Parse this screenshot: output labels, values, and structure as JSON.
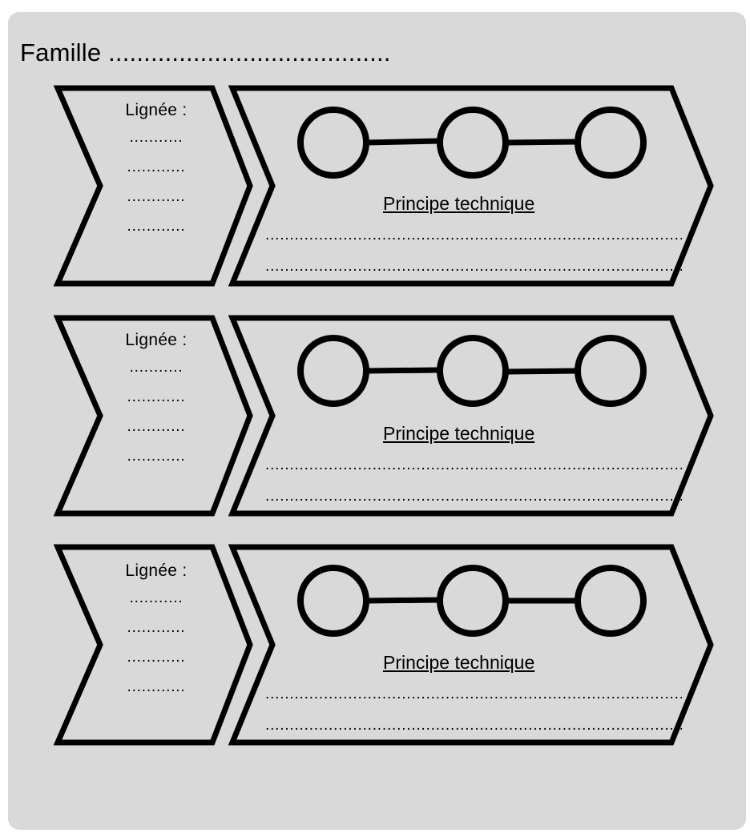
{
  "family": {
    "label": "Famille ........................................"
  },
  "rows": [
    {
      "lignee_label": "Lignée :",
      "lignee_dots": [
        "...........",
        "............",
        "............",
        "............"
      ],
      "principe_label": "Principe technique",
      "text_lines": [
        "......................................................................................................",
        "......................................................................................................"
      ]
    },
    {
      "lignee_label": "Lignée :",
      "lignee_dots": [
        "...........",
        "............",
        "............",
        "............"
      ],
      "principe_label": "Principe technique",
      "text_lines": [
        "......................................................................................................",
        "......................................................................................................"
      ]
    },
    {
      "lignee_label": "Lignée :",
      "lignee_dots": [
        "...........",
        "............",
        "............",
        "............"
      ],
      "principe_label": "Principe technique",
      "text_lines": [
        "......................................................................................................",
        "......................................................................................................"
      ]
    }
  ],
  "colors": {
    "background": "#d9d9d9",
    "stroke": "#000000"
  }
}
